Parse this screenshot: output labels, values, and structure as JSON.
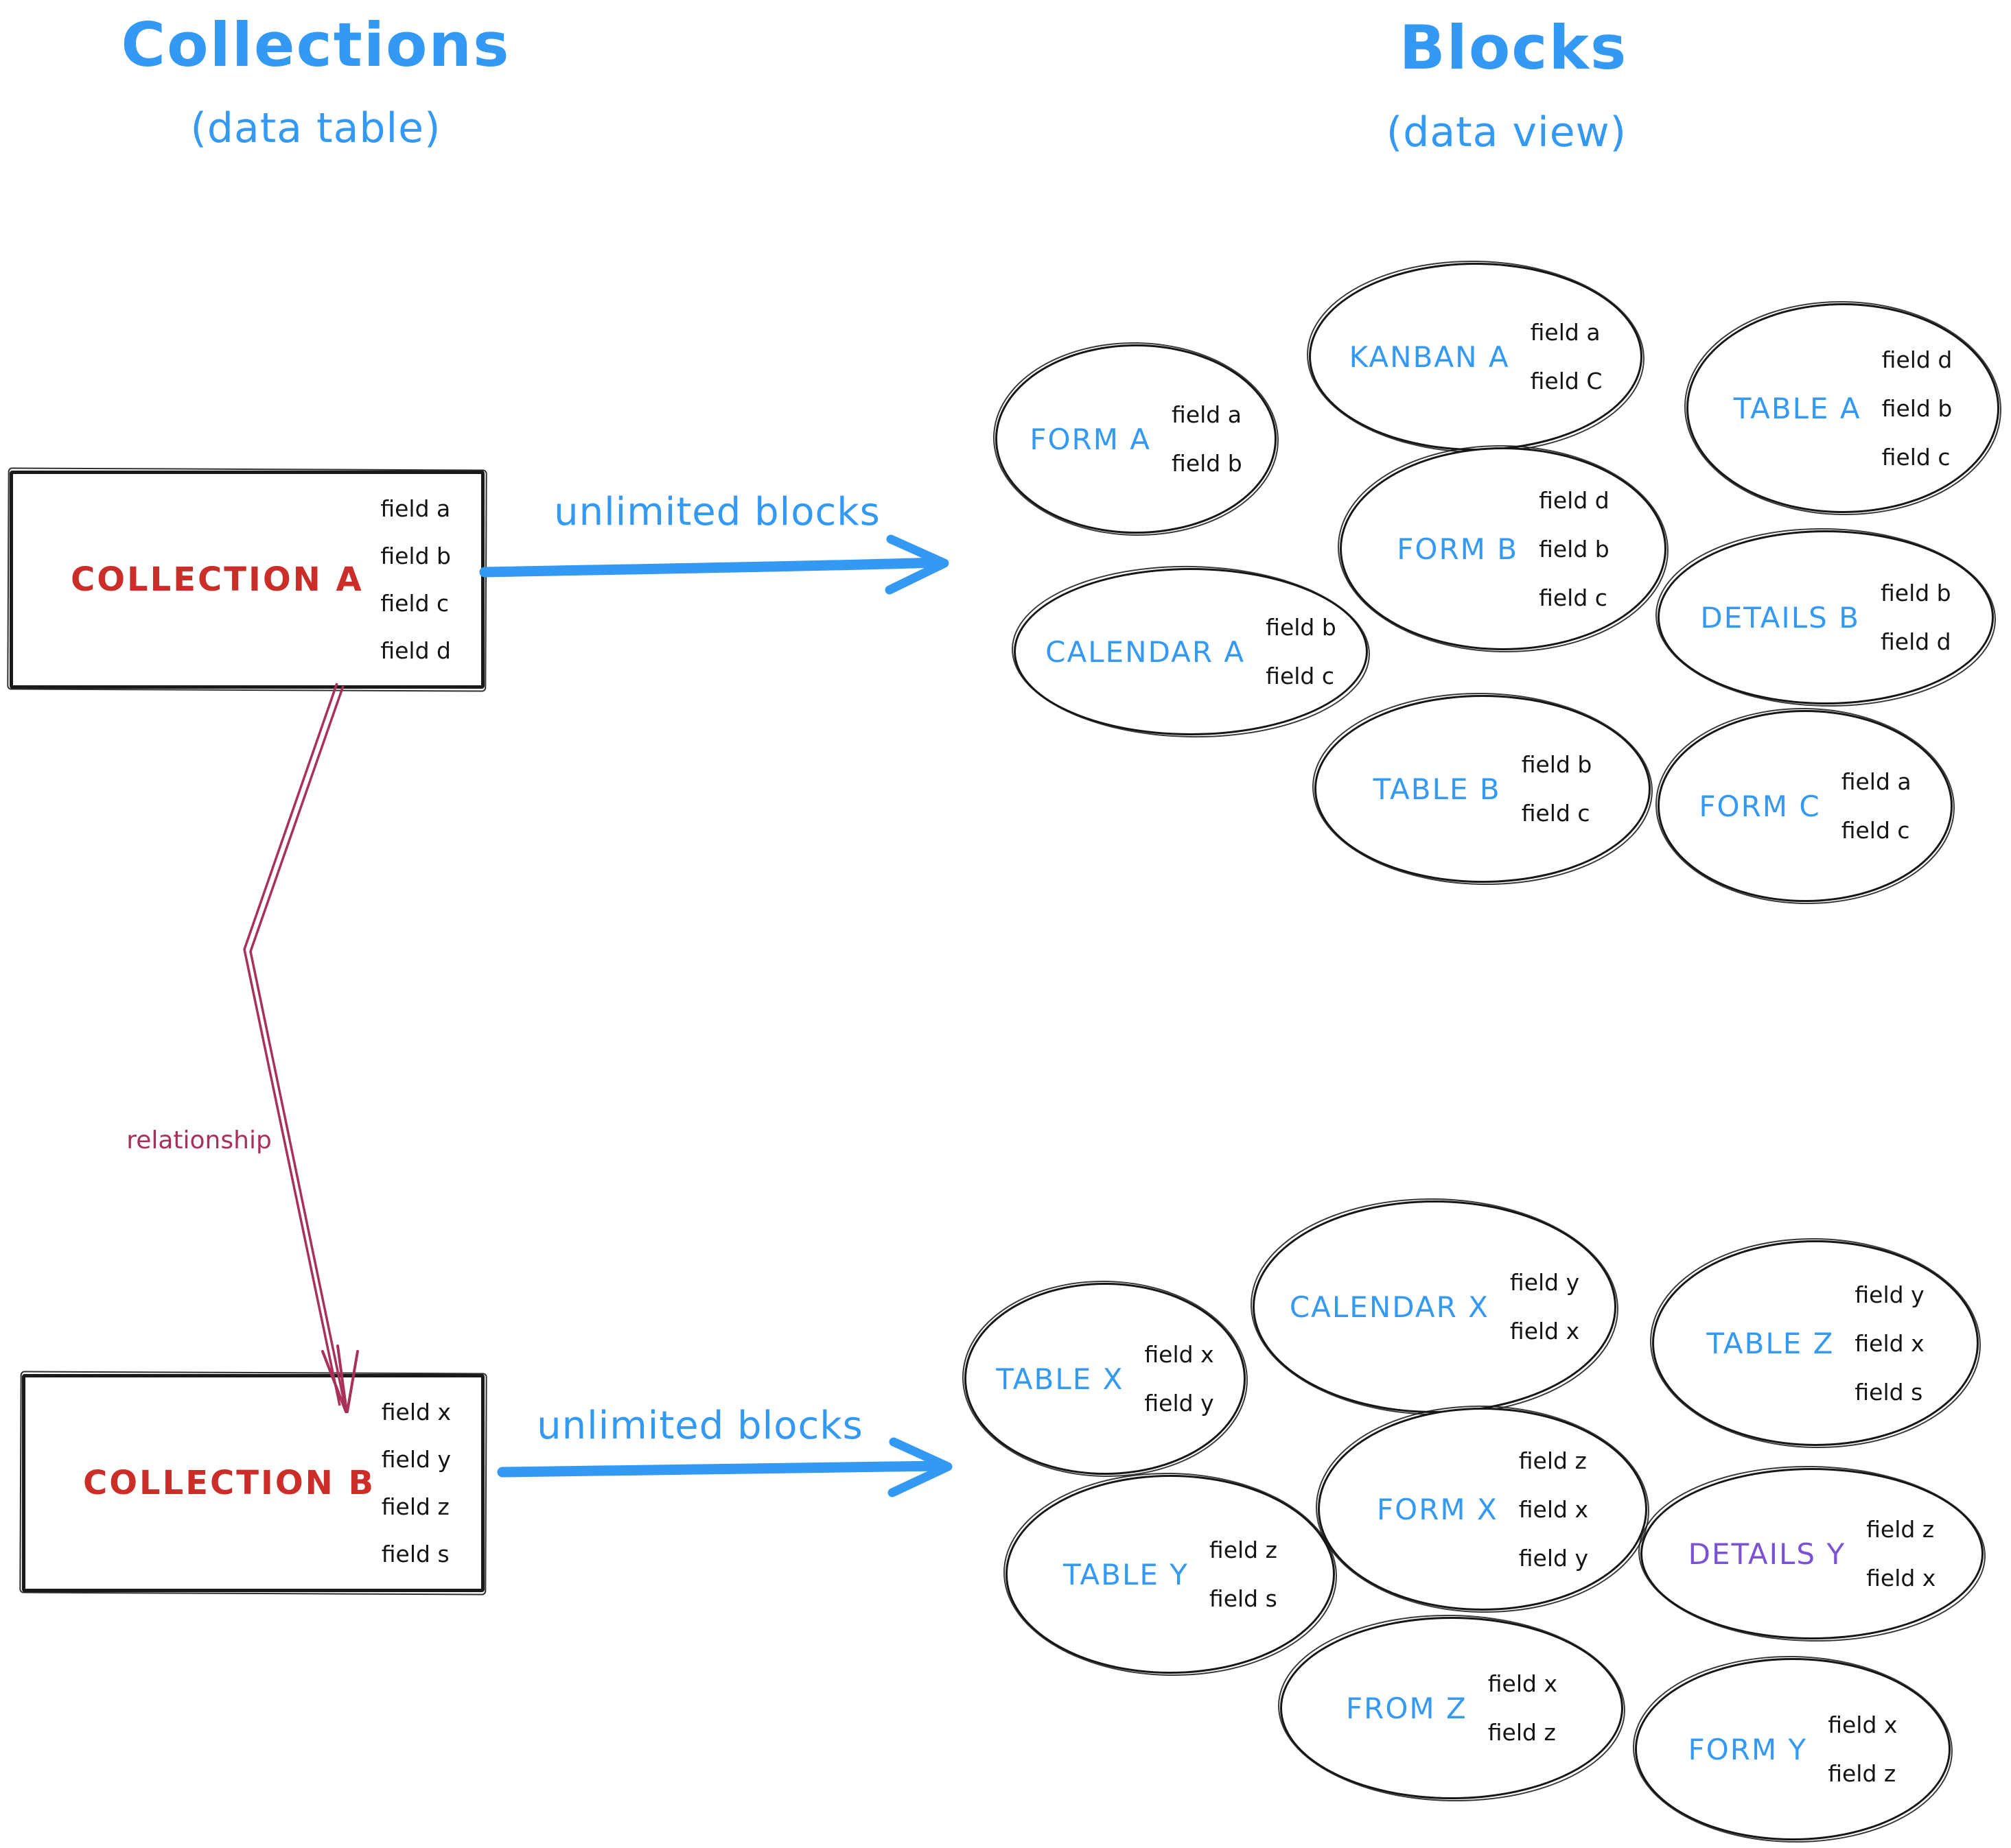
{
  "header": {
    "collections": {
      "title": "Collections",
      "subtitle": "(data table)"
    },
    "blocks": {
      "title": "Blocks",
      "subtitle": "(data view)"
    }
  },
  "collections": [
    {
      "name": "COLLECTION A",
      "fields": [
        "field a",
        "field b",
        "field c",
        "field d"
      ]
    },
    {
      "name": "COLLECTION B",
      "fields": [
        "field x",
        "field y",
        "field z",
        "field s"
      ]
    }
  ],
  "arrows": {
    "top": {
      "label": "unlimited blocks"
    },
    "bottom": {
      "label": "unlimited blocks"
    },
    "relationship": {
      "label": "relationship"
    }
  },
  "blocks_a": [
    {
      "name": "FORM A",
      "fields": [
        "field a",
        "field b"
      ]
    },
    {
      "name": "KANBAN A",
      "fields": [
        "field a",
        "field C"
      ]
    },
    {
      "name": "TABLE A",
      "fields": [
        "field d",
        "field b",
        "field c"
      ]
    },
    {
      "name": "CALENDAR A",
      "fields": [
        "field b",
        "field c"
      ]
    },
    {
      "name": "FORM B",
      "fields": [
        "field d",
        "field b",
        "field c"
      ]
    },
    {
      "name": "DETAILS B",
      "fields": [
        "field b",
        "field d"
      ]
    },
    {
      "name": "TABLE B",
      "fields": [
        "field b",
        "field c"
      ]
    },
    {
      "name": "FORM C",
      "fields": [
        "field a",
        "field c"
      ]
    }
  ],
  "blocks_b": [
    {
      "name": "TABLE X",
      "fields": [
        "field x",
        "field y"
      ]
    },
    {
      "name": "CALENDAR X",
      "fields": [
        "field y",
        "field x"
      ]
    },
    {
      "name": "TABLE Z",
      "fields": [
        "field y",
        "field x",
        "field s"
      ]
    },
    {
      "name": "TABLE Y",
      "fields": [
        "field z",
        "field s"
      ]
    },
    {
      "name": "FORM X",
      "fields": [
        "field z",
        "field x",
        "field y"
      ]
    },
    {
      "name": "DETAILS Y",
      "fields": [
        "field z",
        "field x"
      ]
    },
    {
      "name": "FROM Z",
      "fields": [
        "field x",
        "field z"
      ]
    },
    {
      "name": "FORM Y",
      "fields": [
        "field x",
        "field z"
      ]
    }
  ],
  "colors": {
    "accent_blue": "#3399f3",
    "collection_red": "#cb2d28",
    "relationship_maroon": "#a93158",
    "details_y_purple": "#7b51d8",
    "ink_black": "#1a1a1a"
  }
}
